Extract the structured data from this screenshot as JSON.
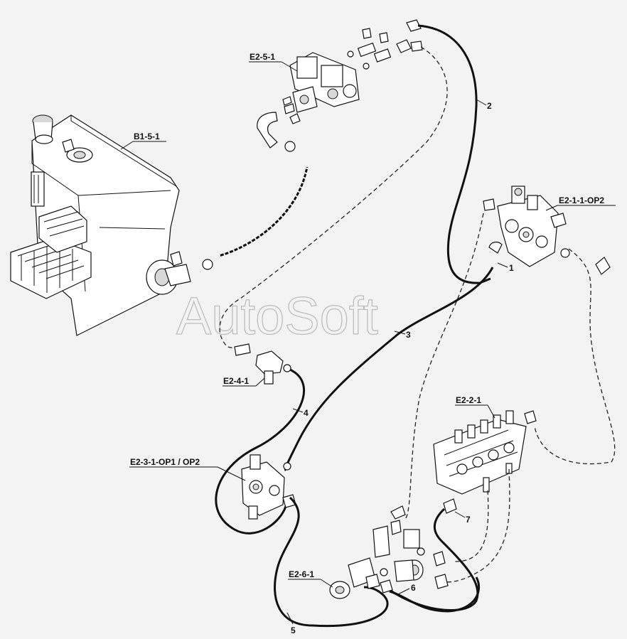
{
  "watermark": "AutoSoft",
  "components": [
    {
      "id": "B1-5-1",
      "label": "B1-5-1"
    },
    {
      "id": "E2-5-1",
      "label": "E2-5-1"
    },
    {
      "id": "E2-1-1-OP2",
      "label": "E2-1-1-OP2"
    },
    {
      "id": "E2-4-1",
      "label": "E2-4-1"
    },
    {
      "id": "E2-2-1",
      "label": "E2-2-1"
    },
    {
      "id": "E2-3-1-OP1",
      "label": "E2-3-1-OP1 / OP2"
    },
    {
      "id": "E2-6-1",
      "label": "E2-6-1"
    }
  ],
  "callouts": [
    "1",
    "2",
    "3",
    "4",
    "5",
    "6",
    "7"
  ],
  "colors": {
    "background": "#f3f3f3",
    "line": "#111111",
    "watermark": "#bdbdbd"
  }
}
